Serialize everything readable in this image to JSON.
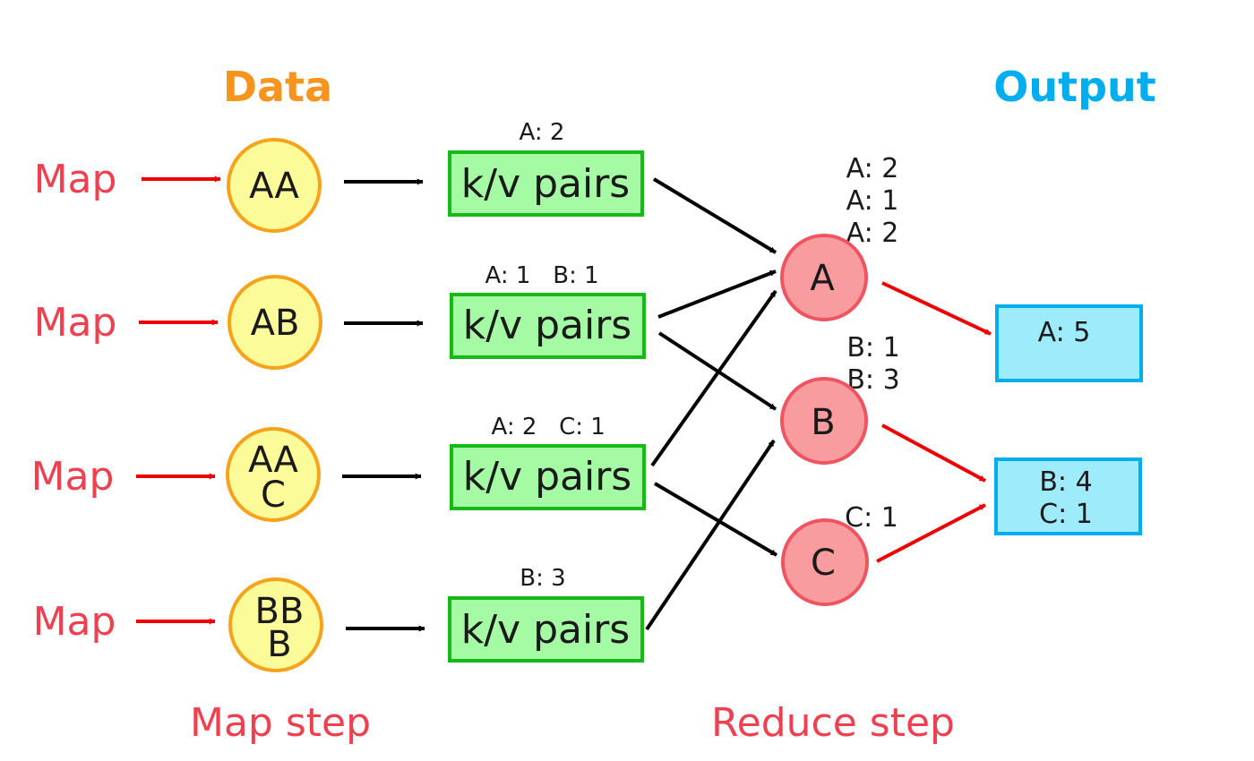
{
  "colors": {
    "data_header": "#f7941d",
    "output_header": "#00aeef",
    "map_label": "#ef4050",
    "red_arrow": "#ee0000",
    "black_arrow": "#000000",
    "circle_fill": "#fbfb99",
    "circle_stroke": "#f7a21b",
    "box_fill": "#a4fba4",
    "box_stroke": "#16b916",
    "reducer_fill": "#f99c9f",
    "reducer_stroke": "#ef5560",
    "output_fill": "#9eebfb",
    "output_stroke": "#00aeef"
  },
  "headers": {
    "data": "Data",
    "output": "Output"
  },
  "map_label": "Map",
  "inputs": [
    {
      "line1": "AA",
      "line2": ""
    },
    {
      "line1": "AB",
      "line2": ""
    },
    {
      "line1": "AA",
      "line2": "C"
    },
    {
      "line1": "BB",
      "line2": "B"
    }
  ],
  "kv_box_label": "k/v pairs",
  "kv_pairs": [
    [
      "A: 2"
    ],
    [
      "A: 1",
      "B: 1"
    ],
    [
      "A: 2",
      "C: 1"
    ],
    [
      "B: 3"
    ]
  ],
  "reducers": [
    {
      "key": "A",
      "values": [
        "A: 2",
        "A: 1",
        "A: 2"
      ]
    },
    {
      "key": "B",
      "values": [
        "B: 1",
        "B: 3"
      ]
    },
    {
      "key": "C",
      "values": [
        "C: 1"
      ]
    }
  ],
  "outputs": [
    {
      "lines": [
        "A: 5"
      ]
    },
    {
      "lines": [
        "B: 4",
        "C: 1"
      ]
    }
  ],
  "steps": {
    "map": "Map step",
    "reduce": "Reduce step"
  }
}
